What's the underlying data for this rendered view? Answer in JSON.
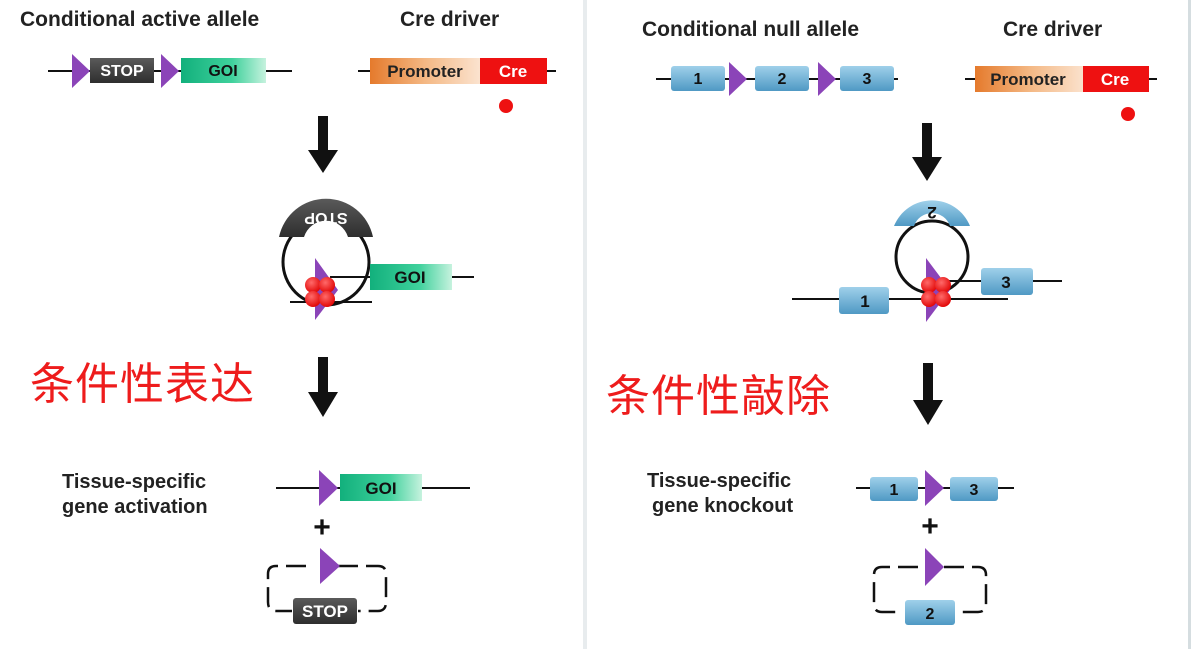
{
  "left": {
    "heading_active": "Conditional active allele",
    "heading_cre": "Cre driver",
    "stop": "STOP",
    "goi": "GOI",
    "promoter": "Promoter",
    "cre": "Cre",
    "stop_flipped": "STOP",
    "goi_mid": "GOI",
    "chinese_label": "条件性表达",
    "result_label_line1": "Tissue-specific",
    "result_label_line2": "gene activation",
    "goi_result": "GOI",
    "plus": "+",
    "stop_result": "STOP"
  },
  "right": {
    "heading_null": "Conditional null allele",
    "heading_cre": "Cre driver",
    "exon1": "1",
    "exon2": "2",
    "exon3": "3",
    "promoter": "Promoter",
    "cre": "Cre",
    "exon2_flipped": "2",
    "exon1_mid": "1",
    "exon3_mid": "3",
    "chinese_label": "条件性敲除",
    "result_label_line1": "Tissue-specific",
    "result_label_line2": "gene knockout",
    "exon1_result": "1",
    "exon3_result": "3",
    "plus": "+",
    "exon2_result": "2"
  },
  "colors": {
    "loxp": "#8b44b8",
    "stop_box": "#3d3d3d",
    "goi_box": "#1fbf8a",
    "exon_box": "#5aa6cf",
    "promoter_box": "#f08c3a",
    "cre_box": "#ee1111",
    "cre_dot": "#ee1111",
    "chinese_text": "#ee1c1c"
  }
}
